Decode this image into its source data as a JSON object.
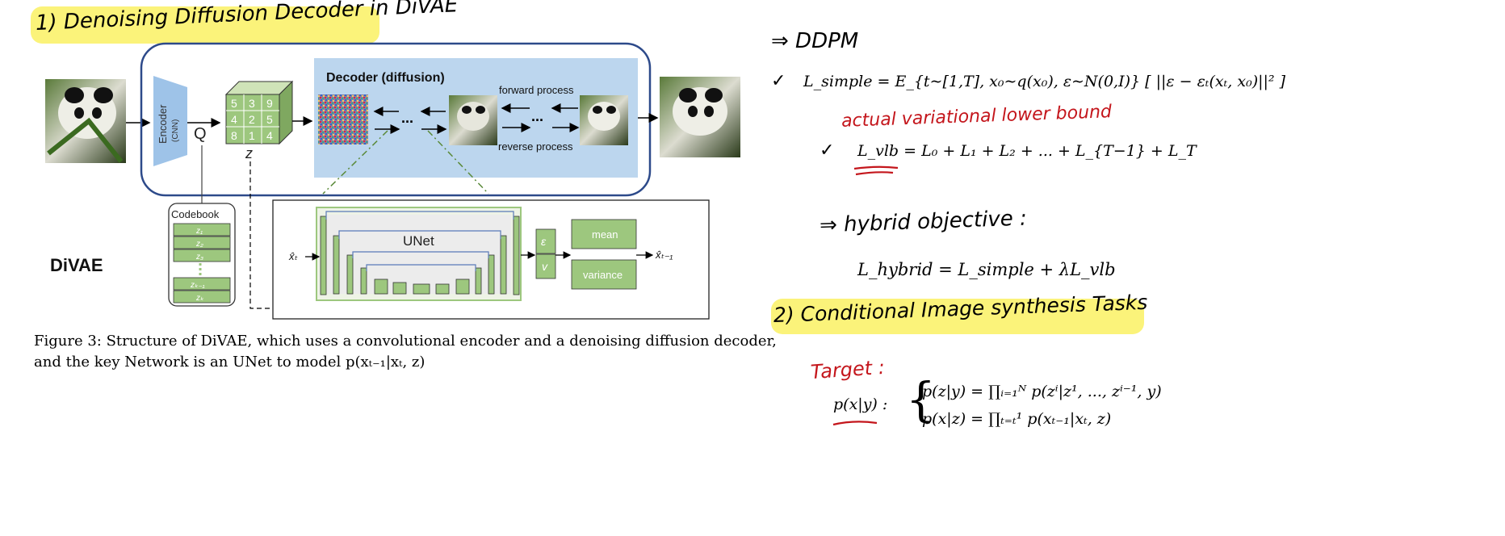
{
  "section1": {
    "title": "1) Denoising Diffusion Decoder in DiVAE"
  },
  "figure": {
    "encoder_label": "Encoder",
    "encoder_sub": "(CNN)",
    "quantizer_label": "Q",
    "latent_grid": [
      "5",
      "3",
      "9",
      "4",
      "2",
      "5",
      "8",
      "1",
      "4"
    ],
    "latent_label": "z",
    "decoder_title": "Decoder (diffusion)",
    "forward_label": "forward process",
    "reverse_label": "reverse process",
    "ellipsis": "...",
    "codebook_title": "Codebook",
    "codebook_entries": [
      "z₁",
      "z₂",
      "z₃",
      "zₖ₋₁",
      "zₖ"
    ],
    "divae_label": "DiVAE",
    "unet_label": "UNet",
    "input_label": "x̂ₜ",
    "eps_label": "ε",
    "v_label": "v",
    "mean_label": "mean",
    "variance_label": "variance",
    "output_label": "x̂ₜ₋₁",
    "caption_line1": "Figure 3: Structure of DiVAE, which uses a convolutional encoder and a denoising diffusion decoder,",
    "caption_line2": "and the key Network is an UNet to model p(xₜ₋₁|xₜ, z)"
  },
  "notes": {
    "ddpm_heading": "⇒ DDPM",
    "check": "✓",
    "l_simple": "L_simple = E_{t∼[1,T], x₀∼q(x₀), ε∼N(0,I)} [ ||ε − εₜ(xₜ, x₀)||² ]",
    "actual_vlb_note": "actual variational lower bound",
    "l_vlb": "L_vlb = L₀ + L₁ + L₂ + ... + L_{T−1} + L_T",
    "hybrid_heading": "⇒ hybrid objective :",
    "l_hybrid": "L_hybrid = L_simple + λL_vlb",
    "section2_title": "2) Conditional Image synthesis Tasks",
    "target_label": "Target :",
    "pxy": "p(x|y) :",
    "eq1": "p(z|y) = ∏ᵢ₌₁ᴺ p(zⁱ|z¹, ..., zⁱ⁻¹, y)",
    "eq2": "p(x|z) = ∏ₜ₌ₜ¹ p(xₜ₋₁|xₜ, z)"
  },
  "colors": {
    "highlight": "#fbf37a",
    "red_ink": "#c4161c",
    "decoder_bg": "#bcd6ee",
    "frame_blue": "#2d4a8a",
    "unet_green": "#9dc77e",
    "encoder_blue": "#9ec3e8"
  }
}
